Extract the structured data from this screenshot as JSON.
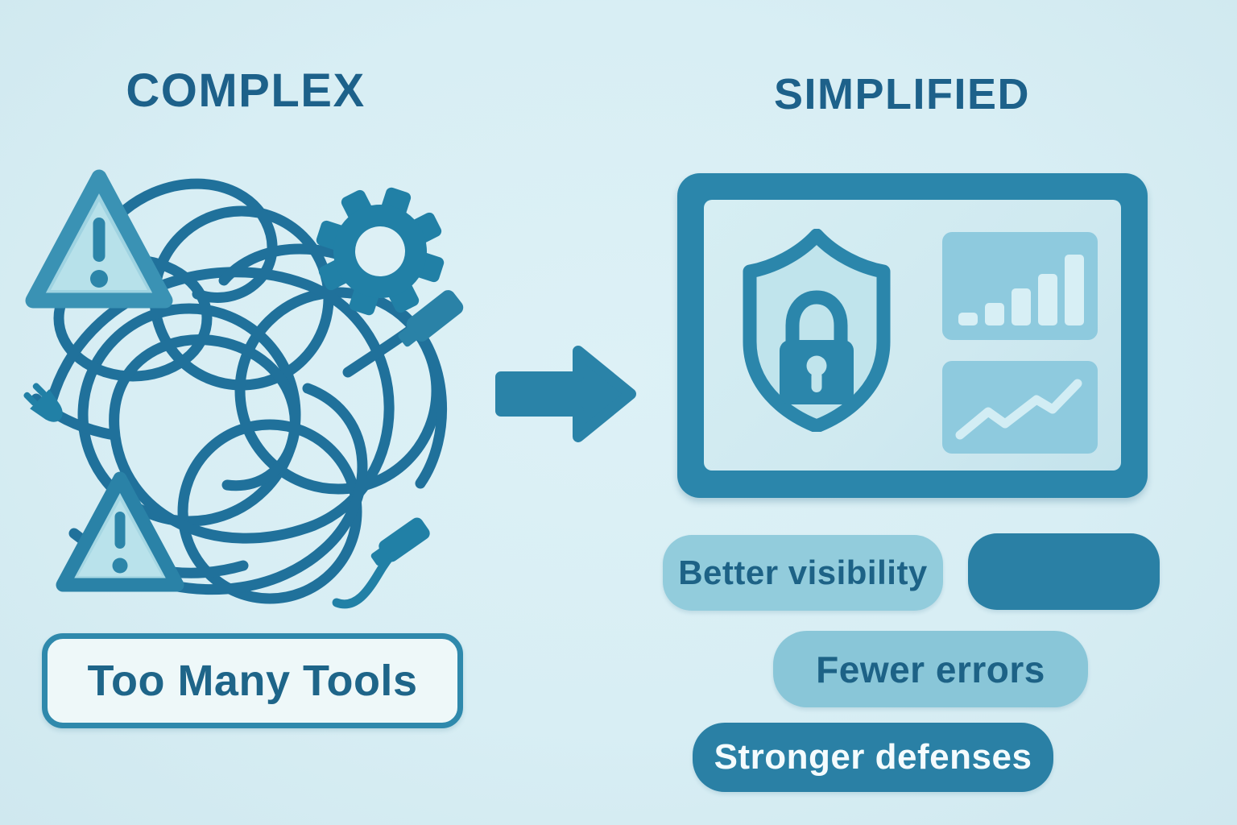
{
  "meta": {
    "kind": "before-after infographic",
    "background": "#d8eef4",
    "accent": "#2a83a8",
    "heading_color": "#1d618a"
  },
  "left": {
    "title": "COMPLEX",
    "caption": "Too Many Tools",
    "illustration": {
      "tangled_cables": true,
      "warning_triangle_count": 2,
      "gear_count": 1,
      "power_plug_count": 1,
      "cable_connector_count": 2,
      "wire_color": "#20719b",
      "triangle_fill": "#9fd3e1",
      "triangle_border": "#3a92b4"
    }
  },
  "arrow": {
    "direction": "right",
    "color": "#2a83a8"
  },
  "right": {
    "title": "SIMPLIFIED",
    "dashboard": {
      "frame_color": "#2b86ab",
      "screen_color": "#cfe9f0",
      "card_color": "#8ecade",
      "shield_lock": true,
      "bar_chart_bar_heights": [
        16,
        28,
        46,
        64,
        88
      ],
      "line_chart_trend": "rising zigzag"
    },
    "pills": [
      {
        "label": "Better visibility",
        "variant": "light",
        "bg": "#92ccdc"
      },
      {
        "label": "",
        "variant": "dark",
        "bg": "#2a80a5"
      },
      {
        "label": "Fewer errors",
        "variant": "light",
        "bg": "#89c6d8"
      },
      {
        "label": "Stronger defenses",
        "variant": "dark",
        "bg": "#2a80a5"
      }
    ],
    "pill_text_color": "#1d6286",
    "pill_text_on_dark": "#f4fbfd"
  }
}
